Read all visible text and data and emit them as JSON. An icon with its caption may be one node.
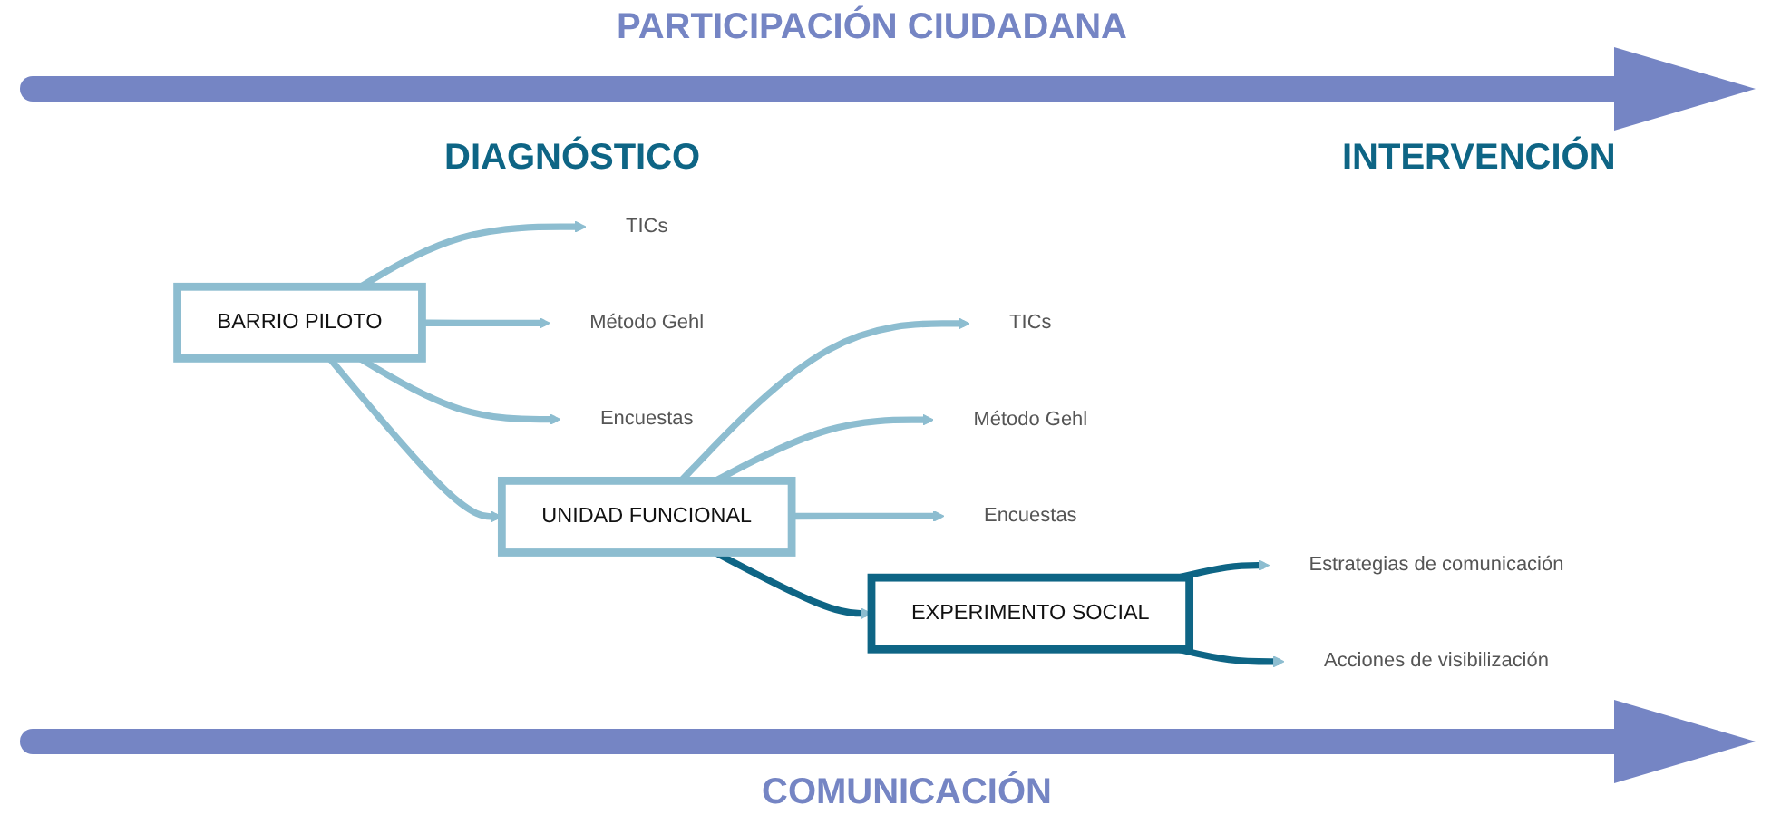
{
  "diagram": {
    "nodes": [
      {
        "text": [
          "BARRIO PILOTO"
        ]
      },
      {
        "text": [
          "TICs"
        ]
      },
      {
        "text": [
          "Método Gehl"
        ]
      },
      {
        "text": [
          "Encuestas"
        ]
      },
      {
        "text": [
          "UNIDAD FUNCIONAL"
        ]
      },
      {
        "text": [
          "TICs"
        ]
      },
      {
        "text": [
          "Método Gehl"
        ]
      },
      {
        "text": [
          "Encuestas"
        ]
      },
      {
        "text": [
          "EXPERIMENTO SOCIAL"
        ]
      },
      {
        "text": [
          "Estrategias de comunicación"
        ]
      },
      {
        "text": [
          "Acciones de visibilización"
        ]
      }
    ],
    "edges": [
      {
        "from": 0,
        "to": 1,
        "arrow": "to"
      },
      {
        "from": 0,
        "to": 2,
        "arrow": "to"
      },
      {
        "from": 0,
        "to": 3,
        "arrow": "to"
      },
      {
        "from": 0,
        "to": 4,
        "arrow": "to"
      },
      {
        "from": 4,
        "to": 5,
        "arrow": "to"
      },
      {
        "from": 4,
        "to": 6,
        "arrow": "to"
      },
      {
        "from": 4,
        "to": 7,
        "arrow": "to"
      },
      {
        "from": 4,
        "to": 8,
        "arrow": "to",
        "color": "#0e6585"
      },
      {
        "from": 8,
        "to": 9,
        "arrow": "to",
        "color": "#0e6585"
      },
      {
        "from": 8,
        "to": 10,
        "arrow": "to",
        "color": "#0e6585"
      }
    ],
    "labels": [
      "PARTICIPACIÓN CIUDADANA",
      "DIAGNÓSTICO",
      "INTERVENCIÓN",
      "COMUNICACIÓN"
    ]
  }
}
